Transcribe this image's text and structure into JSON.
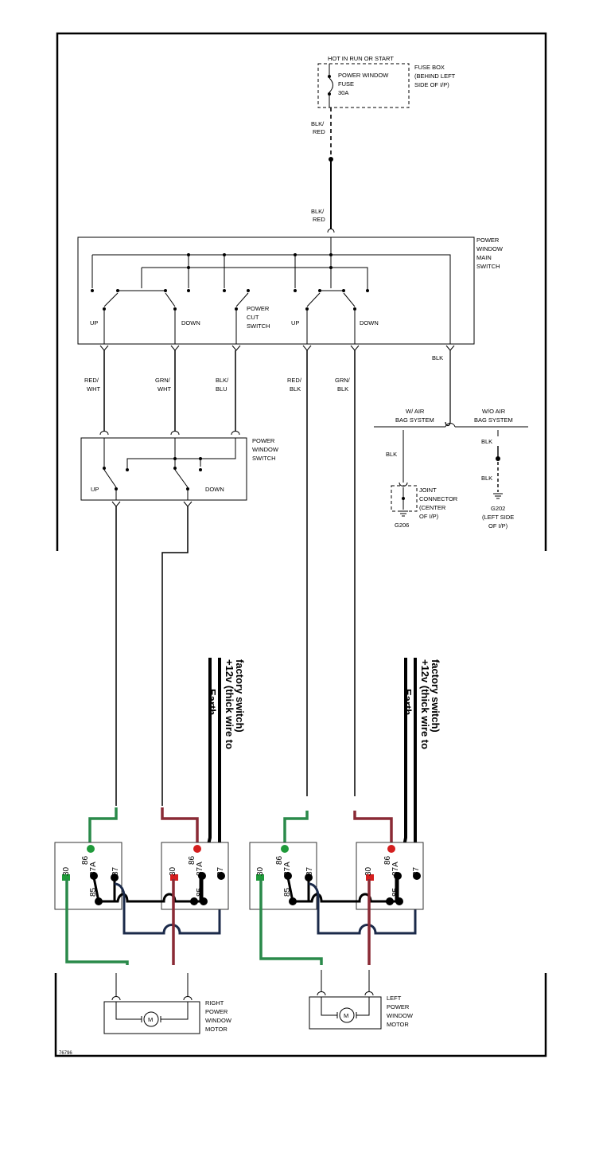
{
  "fuse_box": {
    "feed": "HOT IN RUN OR START",
    "fuse_l1": "POWER WINDOW",
    "fuse_l2": "FUSE",
    "fuse_l3": "30A",
    "box_l1": "FUSE BOX",
    "box_l2": "(BEHIND LEFT",
    "box_l3": "SIDE OF I/P)"
  },
  "feed_wire": {
    "color_a1": "BLK/",
    "color_a2": "RED",
    "color_b1": "BLK/",
    "color_b2": "RED"
  },
  "main_switch": {
    "title_l1": "POWER",
    "title_l2": "WINDOW",
    "title_l3": "MAIN",
    "title_l4": "SWITCH",
    "up_left": "UP",
    "down_left": "DOWN",
    "cut_l1": "POWER",
    "cut_l2": "CUT",
    "cut_l3": "SWITCH",
    "up_right": "UP",
    "down_right": "DOWN"
  },
  "wires": {
    "w1_a": "RED/",
    "w1_b": "WHT",
    "w2_a": "GRN/",
    "w2_b": "WHT",
    "w3_a": "BLK/",
    "w3_b": "BLU",
    "w4_a": "RED/",
    "w4_b": "BLK",
    "w5_a": "GRN/",
    "w5_b": "BLK",
    "ground": "BLK"
  },
  "ground_branch": {
    "with_l1": "W/ AIR",
    "with_l2": "BAG SYSTEM",
    "without_l1": "W/O AIR",
    "without_l2": "BAG SYSTEM",
    "blk_with": "BLK",
    "blk_wo_1": "BLK",
    "blk_wo_2": "BLK",
    "joint_l1": "JOINT",
    "joint_l2": "CONNECTOR",
    "joint_l3": "(CENTER",
    "joint_l4": "OF I/P)",
    "g206": "G206",
    "g202_l1": "G202",
    "g202_l2": "(LEFT SIDE",
    "g202_l3": "OF I/P)"
  },
  "window_switch": {
    "title_l1": "POWER",
    "title_l2": "WINDOW",
    "title_l3": "SWITCH",
    "up": "UP",
    "down": "DOWN"
  },
  "annotations": {
    "earth": "Earth",
    "supply_l1": "+12v (thick wire to",
    "supply_l2": "factory switch)"
  },
  "relay_pins": {
    "p30": "30",
    "p86": "86",
    "p87a": "87A",
    "p85": "85",
    "p87": "87"
  },
  "motors": {
    "symbol": "M",
    "right_l1": "RIGHT",
    "right_l2": "POWER",
    "right_l3": "WINDOW",
    "right_l4": "MOTOR",
    "left_l1": "LEFT",
    "left_l2": "POWER",
    "left_l3": "WINDOW",
    "left_l4": "MOTOR"
  },
  "figure_id": "76796",
  "colors": {
    "green": "#2a8a4a",
    "red": "#8a2a35",
    "navy": "#1b2a4a",
    "pin_green": "#1f9a3a",
    "pin_red": "#d41e1e"
  }
}
